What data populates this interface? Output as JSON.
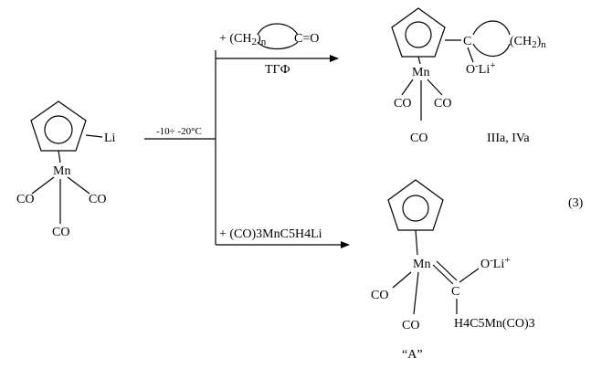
{
  "reactant": {
    "li": "Li",
    "mn": "Mn",
    "co_left": "CO",
    "co_right": "CO",
    "co_bottom": "CO"
  },
  "condition": {
    "temperature": "-10÷ -20°C"
  },
  "branch_upper": {
    "reagent_prefix": "+ (CH",
    "reagent_sub": "2",
    "reagent_suffix": ")",
    "reagent_n": "n",
    "reagent_carbonyl": "C=O",
    "solvent": "ТГФ"
  },
  "branch_lower": {
    "reagent": "+ (CO)3MnC5H4Li"
  },
  "product_upper": {
    "carbon": "C",
    "ring_prefix": "(CH",
    "ring_sub": "2",
    "ring_suffix": ")",
    "ring_n": "n",
    "olate_prefix": "O",
    "olate_charge_neg": "-",
    "olate_li": "Li",
    "olate_charge_pos": "+",
    "mn": "Mn",
    "co_left": "CO",
    "co_right": "CO",
    "co_bottom": "CO",
    "compound_ids": "IIIa, IVa"
  },
  "product_lower": {
    "mn": "Mn",
    "olate_prefix": "O",
    "olate_charge_neg": "-",
    "olate_li": "Li",
    "olate_charge_pos": "+",
    "carbon": "C",
    "co_left": "CO",
    "co_bottom": "CO",
    "substituent": "H4C5Mn(CO)3",
    "label": "“A”"
  },
  "equation_number": "(3)"
}
